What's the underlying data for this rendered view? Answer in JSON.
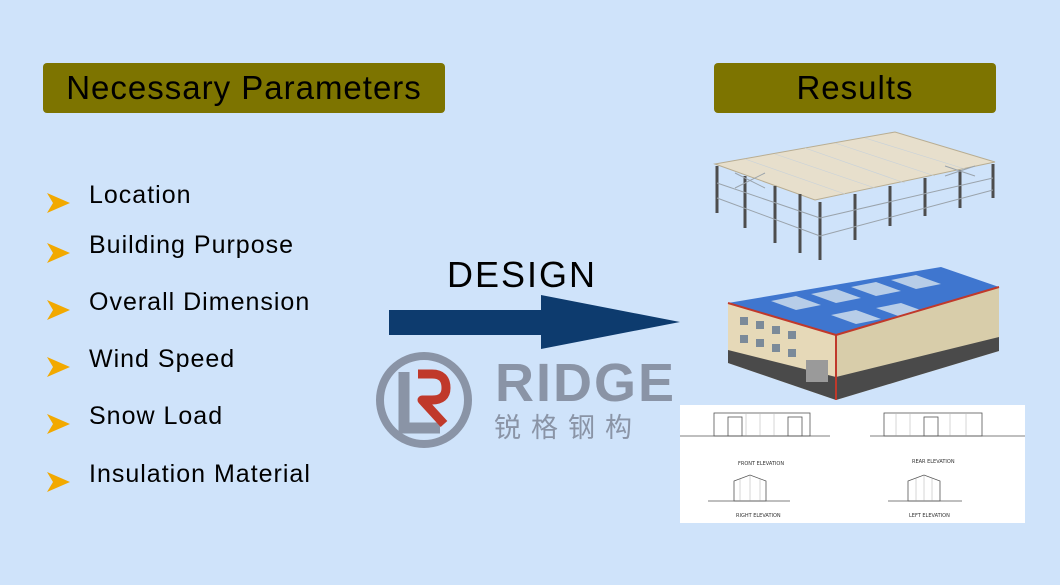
{
  "left_header": "Necessary Parameters",
  "right_header": "Results",
  "parameters": [
    "Location",
    "Building Purpose",
    "Overall Dimension",
    "Wind Speed",
    "Snow Load",
    "Insulation Material"
  ],
  "arrow_label": "DESIGN",
  "logo": {
    "name": "RIDGE",
    "chinese": "锐格钢构"
  },
  "drawing_captions": {
    "front": "FRONT ELEVATION",
    "rear": "REAR ELEVATION",
    "right": "RIGHT ELEVATION",
    "left": "LEFT ELEVATION"
  },
  "colors": {
    "background": "#cfe3fa",
    "header": "#7d7400",
    "bullet": "#f2a900",
    "arrow": "#0d3b6e",
    "logo": "#8a94a6"
  }
}
